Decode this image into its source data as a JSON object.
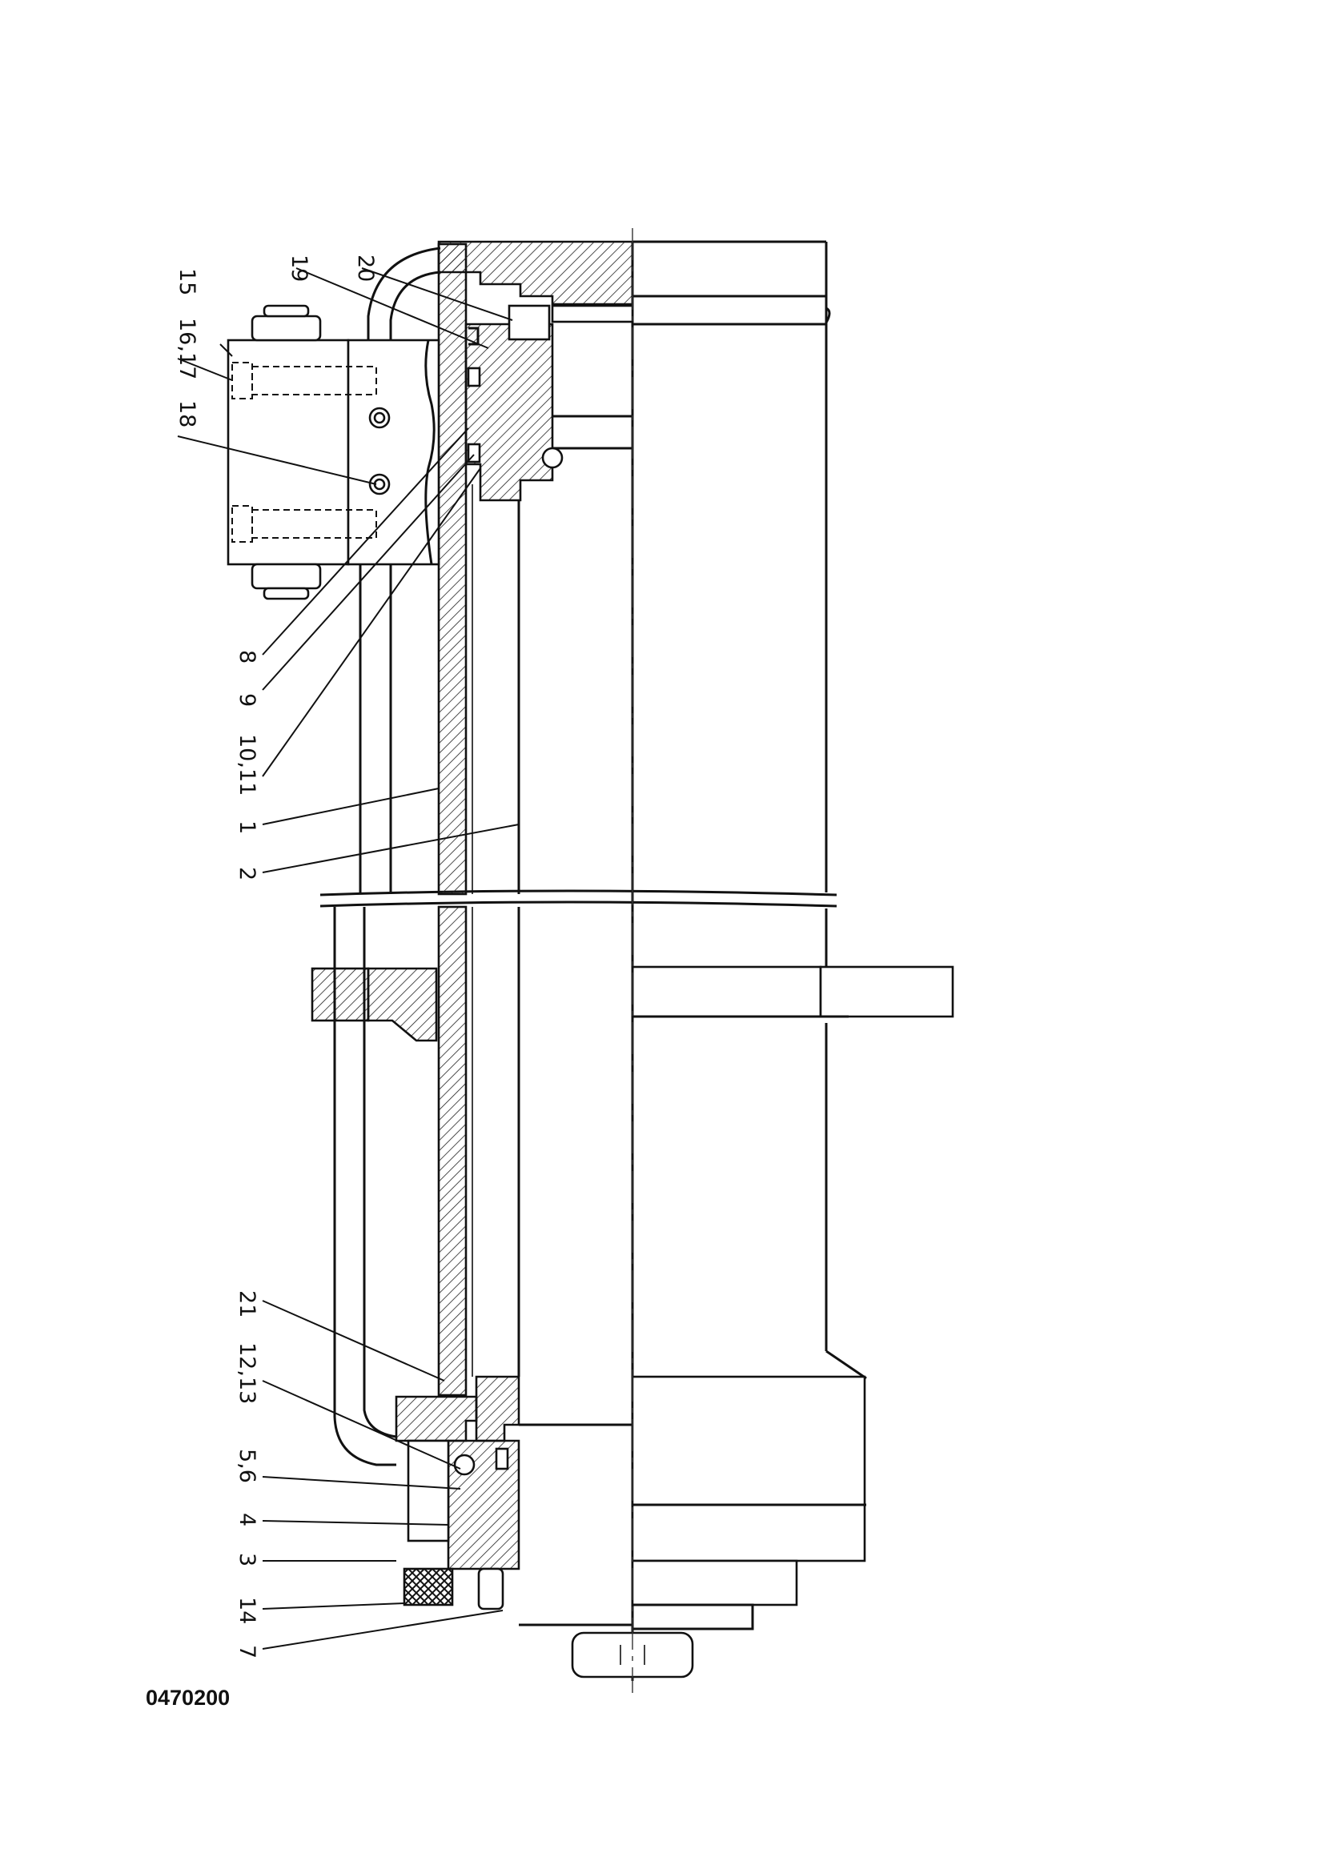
{
  "drawing_number": "0470200",
  "callouts": [
    {
      "id": "c15",
      "text": "15"
    },
    {
      "id": "c16",
      "text": "16,17"
    },
    {
      "id": "c18",
      "text": "18"
    },
    {
      "id": "c19",
      "text": "19"
    },
    {
      "id": "c20",
      "text": "20"
    },
    {
      "id": "c8",
      "text": "8"
    },
    {
      "id": "c9",
      "text": "9"
    },
    {
      "id": "c10",
      "text": "10,11"
    },
    {
      "id": "c1",
      "text": "1"
    },
    {
      "id": "c2",
      "text": "2"
    },
    {
      "id": "c21",
      "text": "21"
    },
    {
      "id": "c12",
      "text": "12,13"
    },
    {
      "id": "c5",
      "text": "5,6"
    },
    {
      "id": "c4",
      "text": "4"
    },
    {
      "id": "c3",
      "text": "3"
    },
    {
      "id": "c14",
      "text": "14"
    },
    {
      "id": "c7",
      "text": "7"
    }
  ]
}
